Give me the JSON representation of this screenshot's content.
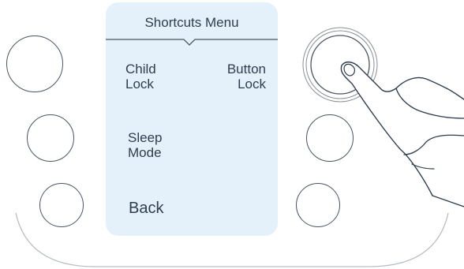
{
  "screen": {
    "title": "Shortcuts Menu",
    "items": {
      "child_lock": "Child\nLock",
      "button_lock": "Button\nLock",
      "sleep_mode": "Sleep\nMode",
      "back": "Back"
    }
  },
  "buttons": {
    "pressed": "right-top"
  },
  "colors": {
    "screen_bg": "#e4f1fb",
    "line": "#4a5562",
    "text": "#2f3d4d",
    "ring": "#8a8f96"
  }
}
